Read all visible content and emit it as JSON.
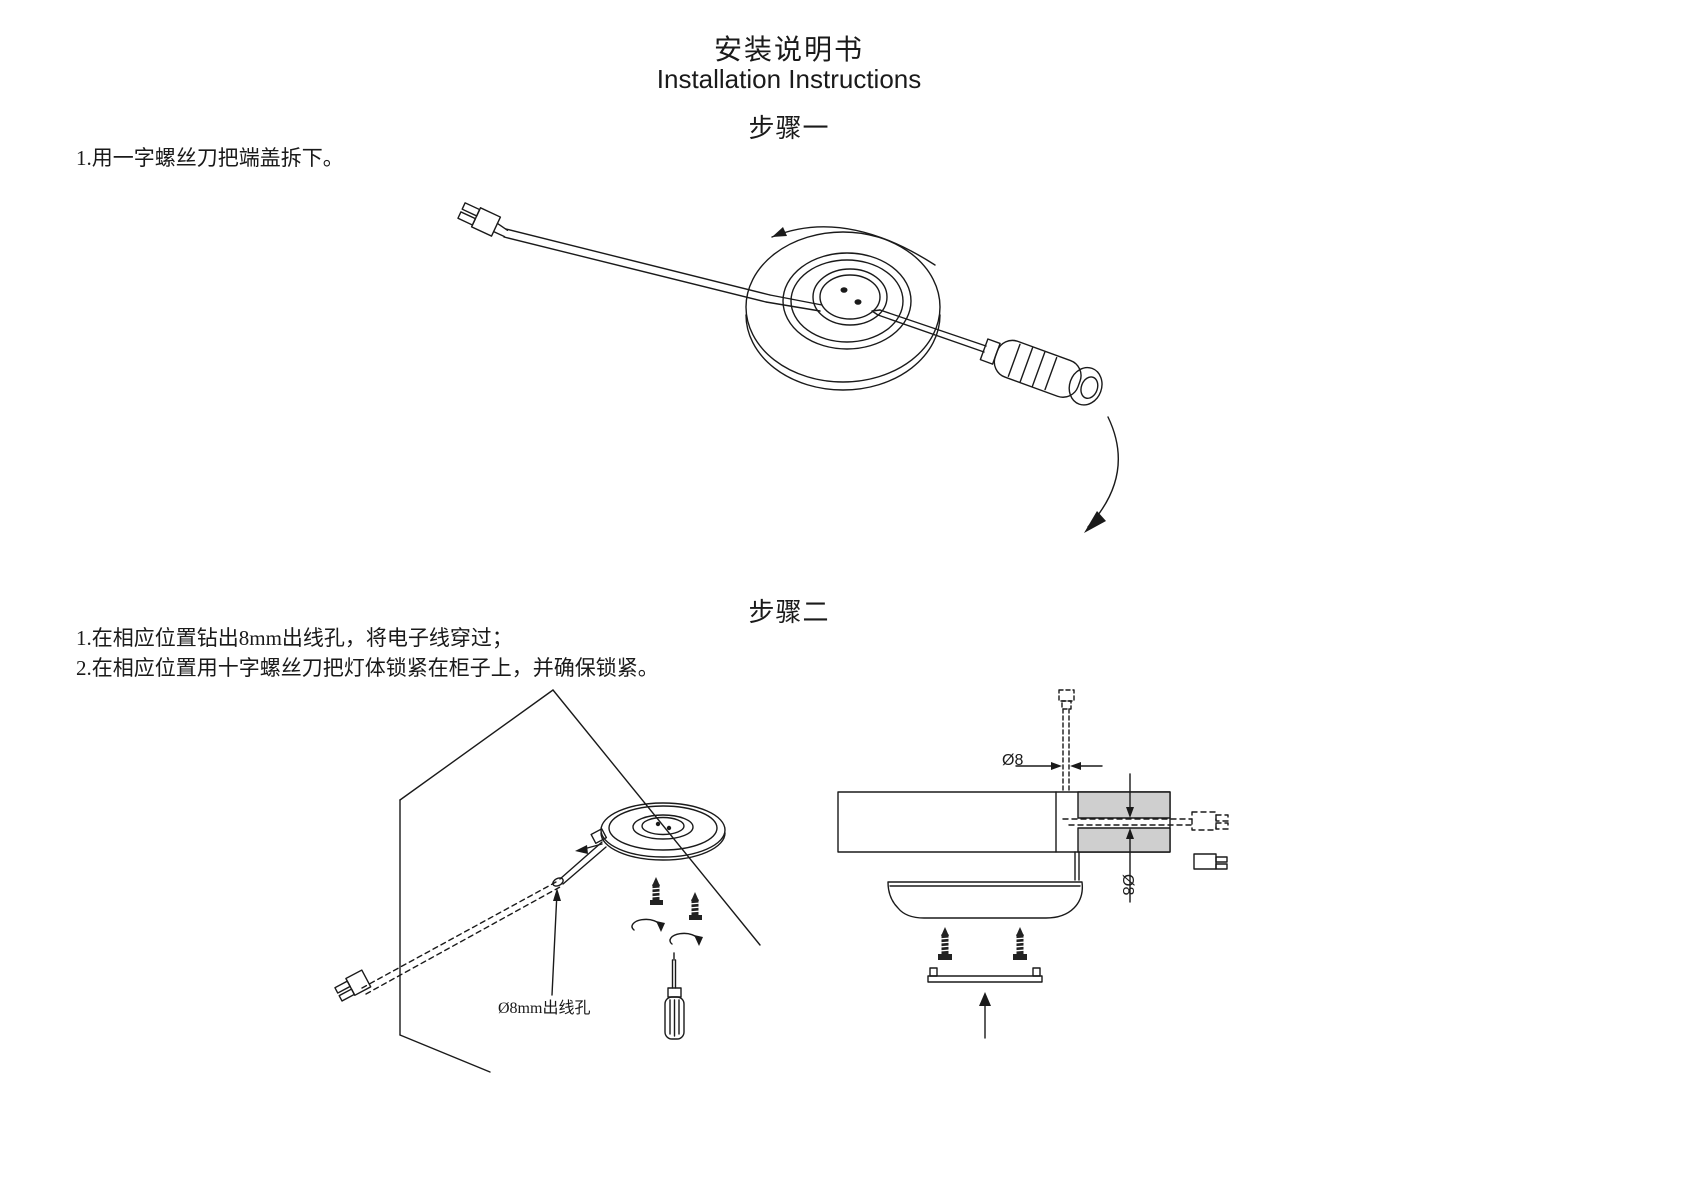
{
  "doc": {
    "title_zh": "安装说明书",
    "title_en": "Installation Instructions",
    "step1": {
      "heading": "步骤一",
      "line1": "1.用一字螺丝刀把端盖拆下。"
    },
    "step2": {
      "heading": "步骤二",
      "line1": "1.在相应位置钻出8mm出线孔，将电子线穿过；",
      "line2": "2.在相应位置用十字螺丝刀把灯体锁紧在柜子上，并确保锁紧。"
    },
    "labels": {
      "wire_hole": "Ø8mm出线孔",
      "dim_top": "Ø8",
      "dim_side": "Ø8"
    },
    "colors": {
      "line": "#1a1a1a",
      "board_fill": "#cfcfcf"
    },
    "diagrams": {
      "step1": "puck-light-removed-end-cap-with-flathead-screwdriver",
      "step2_left": "cabinet-corner-mounting-with-screws-and-phillips-screwdriver",
      "step2_right": "board-cross-section-with-8mm-wire-hole"
    }
  }
}
